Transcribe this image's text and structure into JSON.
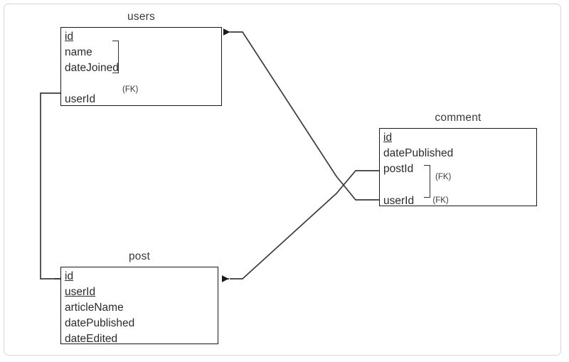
{
  "diagram": {
    "type": "entity-relationship-diagram",
    "background": "#ffffff",
    "line_color": "#333333",
    "border_color": "#1a1a1a",
    "frame_color": "#d7d7d9",
    "entities": [
      {
        "name": "users",
        "fields": [
          {
            "label": "id",
            "key": "PK",
            "fk_tag": ""
          },
          {
            "label": "name",
            "key": "",
            "fk_tag": ""
          },
          {
            "label": "dateJoined",
            "key": "",
            "fk_tag": ""
          },
          {
            "label": "userId",
            "key": "FK",
            "fk_tag": "(FK)"
          }
        ]
      },
      {
        "name": "comment",
        "fields": [
          {
            "label": "id",
            "key": "PK",
            "fk_tag": ""
          },
          {
            "label": "datePublished",
            "key": "",
            "fk_tag": ""
          },
          {
            "label": "postId",
            "key": "FK",
            "fk_tag": "(FK)"
          },
          {
            "label": "userId",
            "key": "FK",
            "fk_tag": "(FK)"
          }
        ]
      },
      {
        "name": "post",
        "fields": [
          {
            "label": "id",
            "key": "PK",
            "fk_tag": ""
          },
          {
            "label": "userId",
            "key": "PK",
            "fk_tag": ""
          },
          {
            "label": "articleName",
            "key": "",
            "fk_tag": ""
          },
          {
            "label": "datePublished",
            "key": "",
            "fk_tag": ""
          },
          {
            "label": "dateEdited",
            "key": "",
            "fk_tag": ""
          }
        ]
      }
    ],
    "relationships": [
      {
        "from": "comment.userId",
        "to": "users.id",
        "arrow": "users"
      },
      {
        "from": "comment.postId",
        "to": "post.id",
        "arrow": "post"
      },
      {
        "from": "users.userId",
        "to": "post.id",
        "arrow": "post"
      }
    ]
  }
}
